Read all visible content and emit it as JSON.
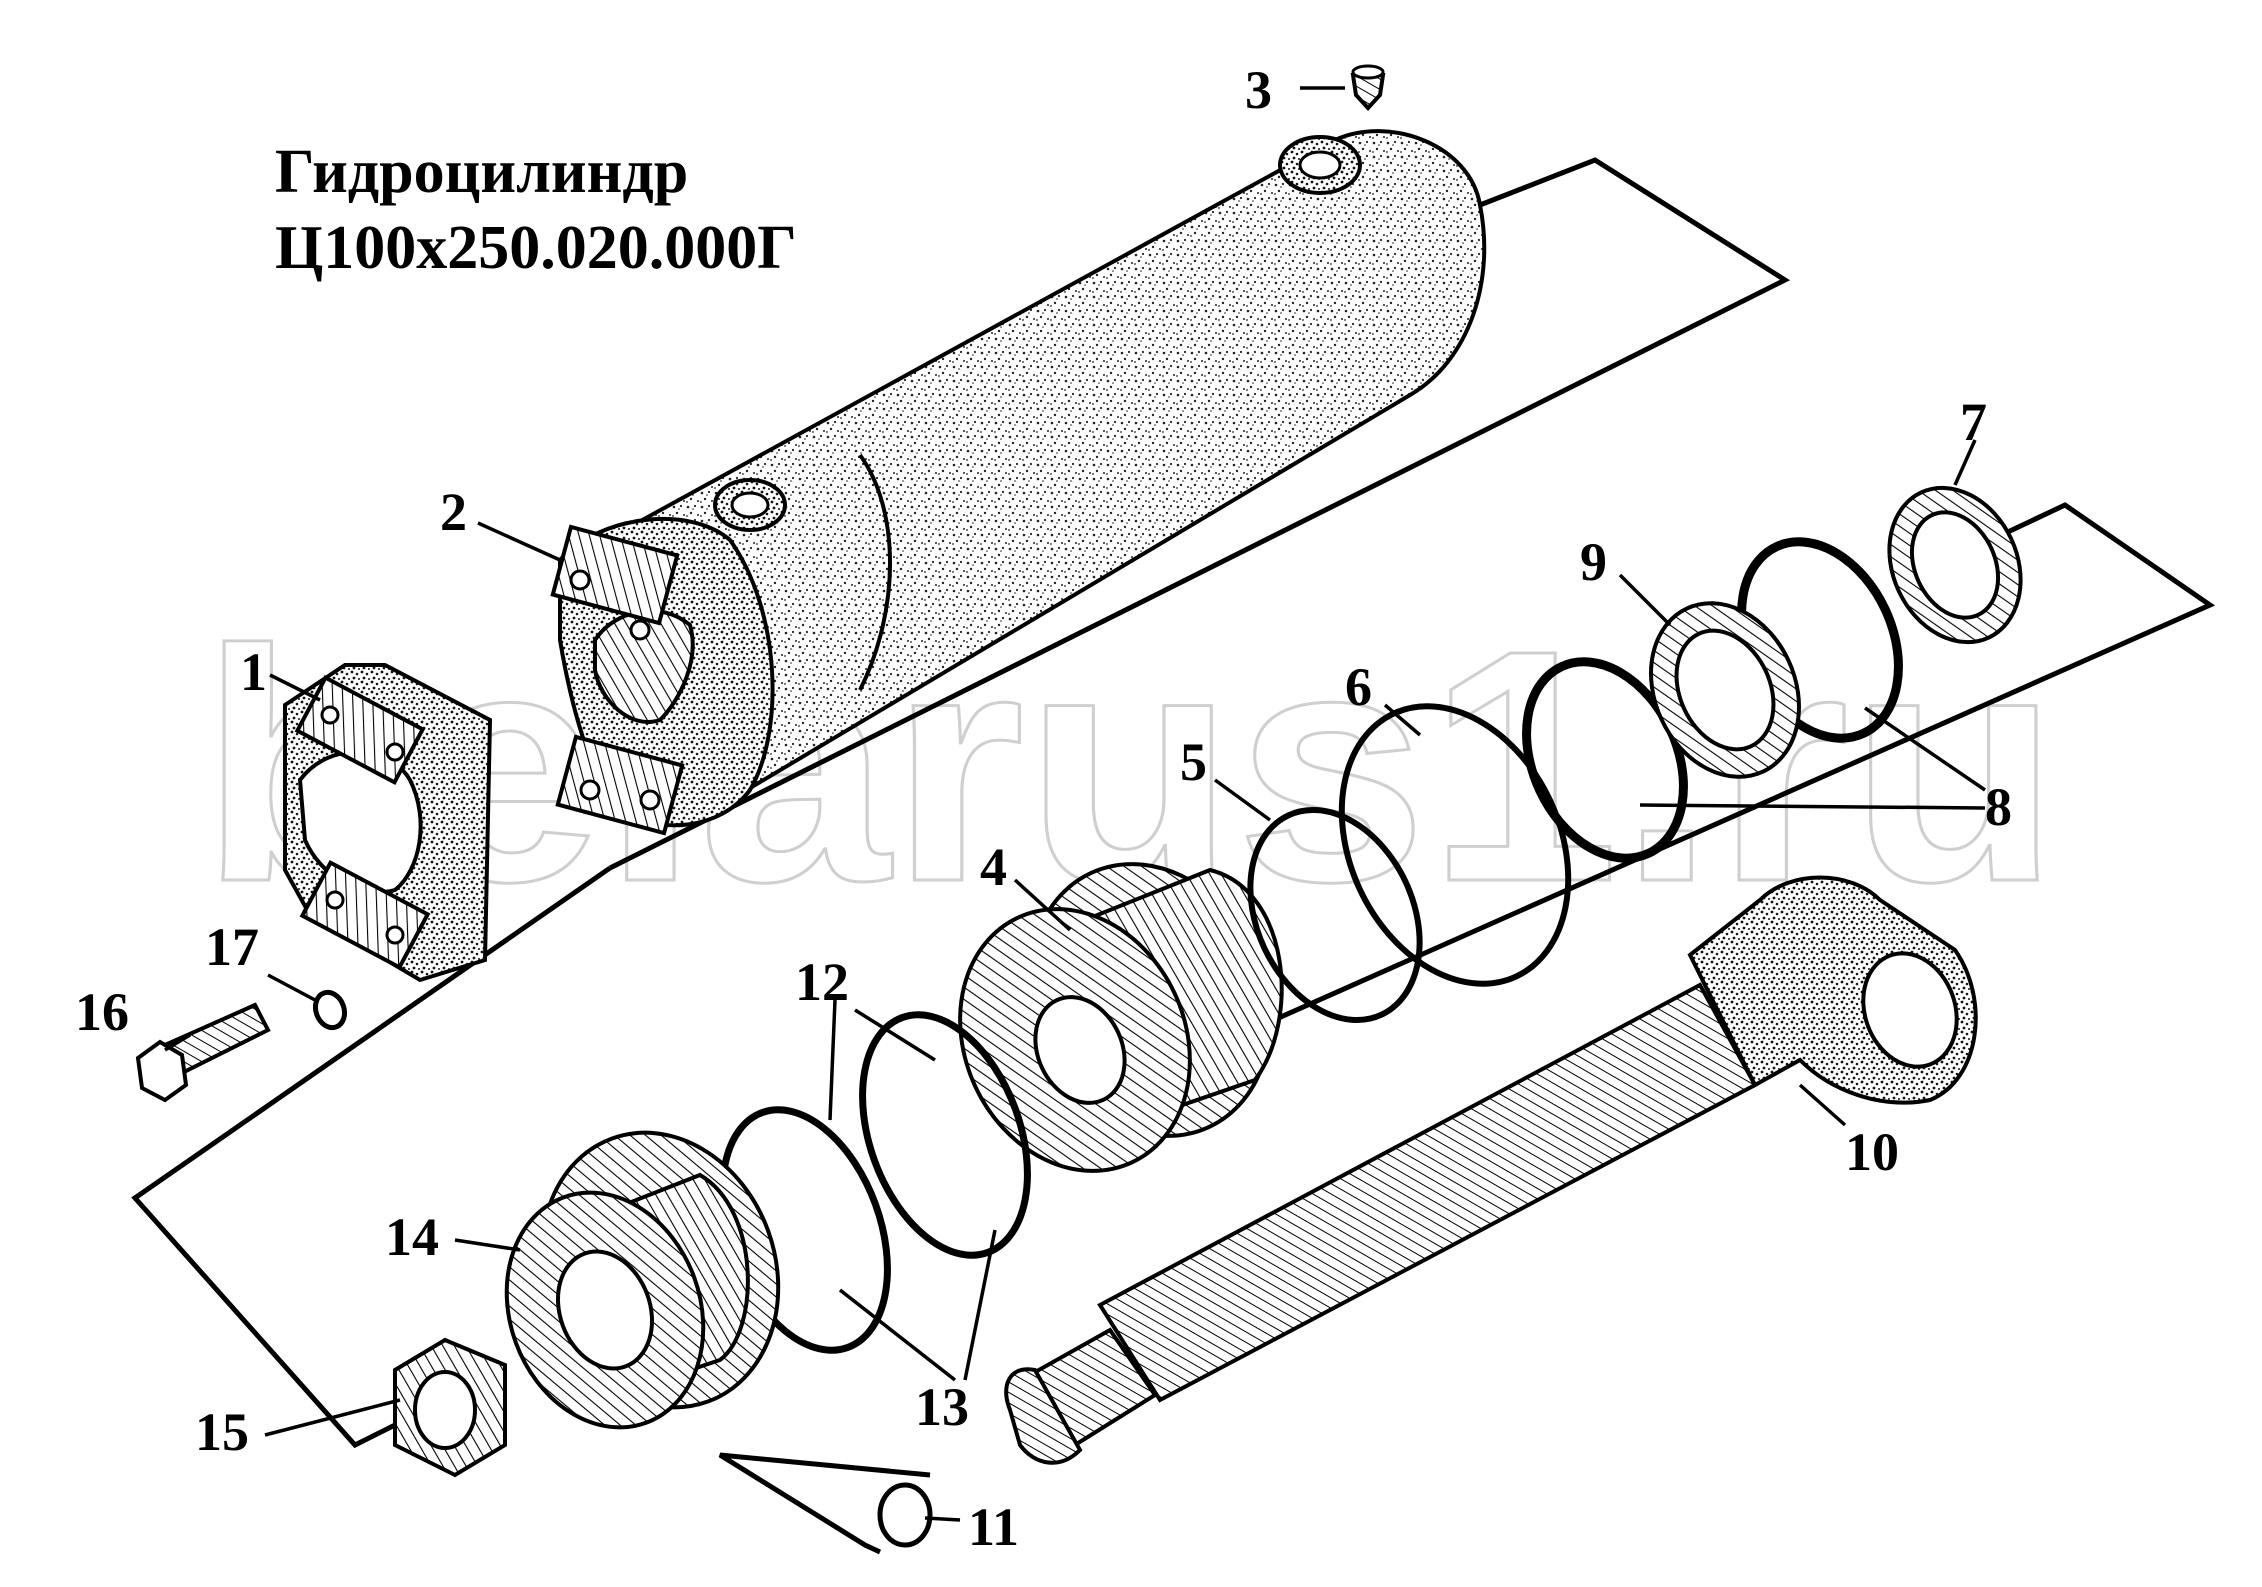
{
  "title": {
    "line1": "Гидроцилиндр",
    "line2": "Ц100х250.020.000Г"
  },
  "watermark": "belarus1.ru",
  "callouts": [
    "1",
    "2",
    "3",
    "4",
    "5",
    "6",
    "7",
    "8",
    "9",
    "10",
    "11",
    "12",
    "13",
    "14",
    "15",
    "16",
    "17"
  ],
  "colors": {
    "ink": "#000000",
    "stipple": "#5a5a5a",
    "body": "#e9e9e9",
    "watermark": "#cfcfcf"
  }
}
